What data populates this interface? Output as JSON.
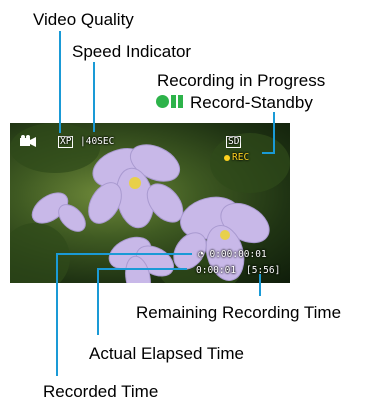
{
  "labels": {
    "video_quality": "Video Quality",
    "speed_indicator": "Speed Indicator",
    "recording_in_progress": "Recording in Progress",
    "record_standby": "Record-Standby",
    "remaining_recording_time": "Remaining Recording Time",
    "actual_elapsed_time": "Actual Elapsed Time",
    "recorded_time": "Recorded Time"
  },
  "osd": {
    "quality": "XP",
    "speed": "40SEC",
    "media": "SD",
    "rec": "REC",
    "recorded_time": "0:00:00:01",
    "elapsed_time": "0:00:01",
    "remaining_time": "[5:56]"
  },
  "colors": {
    "callout_line": "#1a9ad6",
    "rec_dot": "#ffd21f",
    "standby_icon": "#2db34a"
  },
  "icons": [
    "video-camera-icon",
    "timelapse-icon",
    "sd-card-icon",
    "standby-icon"
  ]
}
